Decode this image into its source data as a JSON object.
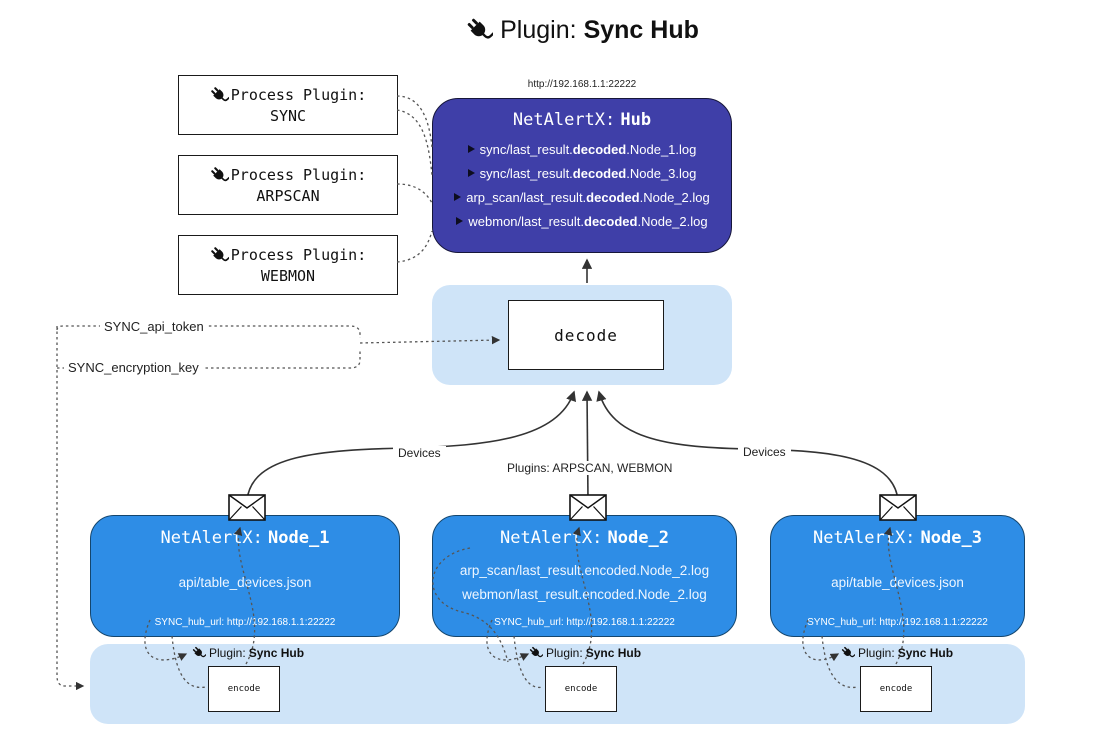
{
  "title": {
    "icon": "plug-icon",
    "prefix": "Plugin:",
    "name": "Sync Hub"
  },
  "process_plugins": [
    {
      "icon": "plug-icon",
      "label": "Process Plugin:",
      "name": "SYNC"
    },
    {
      "icon": "plug-icon",
      "label": "Process Plugin:",
      "name": "ARPSCAN"
    },
    {
      "icon": "plug-icon",
      "label": "Process Plugin:",
      "name": "WEBMON"
    }
  ],
  "hub": {
    "url": "http://192.168.1.1:22222",
    "title_prefix": "NetAlertX:",
    "title_name": "Hub",
    "lines": [
      {
        "pre": "sync/last_result.",
        "bold": "decoded",
        "post": ".Node_1.log"
      },
      {
        "pre": "sync/last_result.",
        "bold": "decoded",
        "post": ".Node_3.log"
      },
      {
        "pre": "arp_scan/last_result.",
        "bold": "decoded",
        "post": ".Node_2.log"
      },
      {
        "pre": "webmon/last_result.",
        "bold": "decoded",
        "post": ".Node_2.log"
      }
    ]
  },
  "decode_box": {
    "label": "decode"
  },
  "config_labels": {
    "api_token": "SYNC_api_token",
    "encryption_key": "SYNC_encryption_key"
  },
  "edge_labels": {
    "left": "Devices",
    "center": "Plugins: ARPSCAN, WEBMON",
    "right": "Devices"
  },
  "nodes": [
    {
      "title_prefix": "NetAlertX:",
      "title_name": "Node_1",
      "lines": [
        "api/table_devices.json"
      ],
      "hub_url": "SYNC_hub_url: http://192.168.1.1:22222"
    },
    {
      "title_prefix": "NetAlertX:",
      "title_name": "Node_2",
      "lines": [
        "arp_scan/last_result.encoded.Node_2.log",
        "webmon/last_result.encoded.Node_2.log"
      ],
      "hub_url": "SYNC_hub_url: http://192.168.1.1:22222"
    },
    {
      "title_prefix": "NetAlertX:",
      "title_name": "Node_3",
      "lines": [
        "api/table_devices.json"
      ],
      "hub_url": "SYNC_hub_url: http://192.168.1.1:22222"
    }
  ],
  "encode_section": {
    "plugin_prefix": "Plugin:",
    "plugin_name": "Sync Hub",
    "encode_label": "encode"
  },
  "colors": {
    "hub_bg": "#3f3fa8",
    "node_bg": "#2e8de6",
    "panel_bg": "#cfe4f8",
    "stroke": "#333333"
  }
}
